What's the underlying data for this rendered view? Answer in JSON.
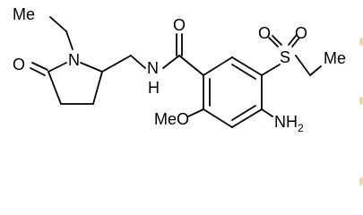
{
  "molecule": {
    "labels": {
      "me_n_ethyl": "Me",
      "ring_n": "N",
      "ring_o": "O",
      "amide_o": "O",
      "amide_n": "N",
      "amide_h": "H",
      "sulfonyl_o_left": "O",
      "sulfonyl_o_right": "O",
      "sulfur": "S",
      "me_s_ethyl": "Me",
      "methoxy": "MeO",
      "amino_nh": "NH",
      "amino_sub": "2"
    }
  },
  "colors": {
    "bond": "#000000",
    "text": "#000000",
    "background": "#ffffff",
    "edge_marks": "#f5d98c"
  }
}
